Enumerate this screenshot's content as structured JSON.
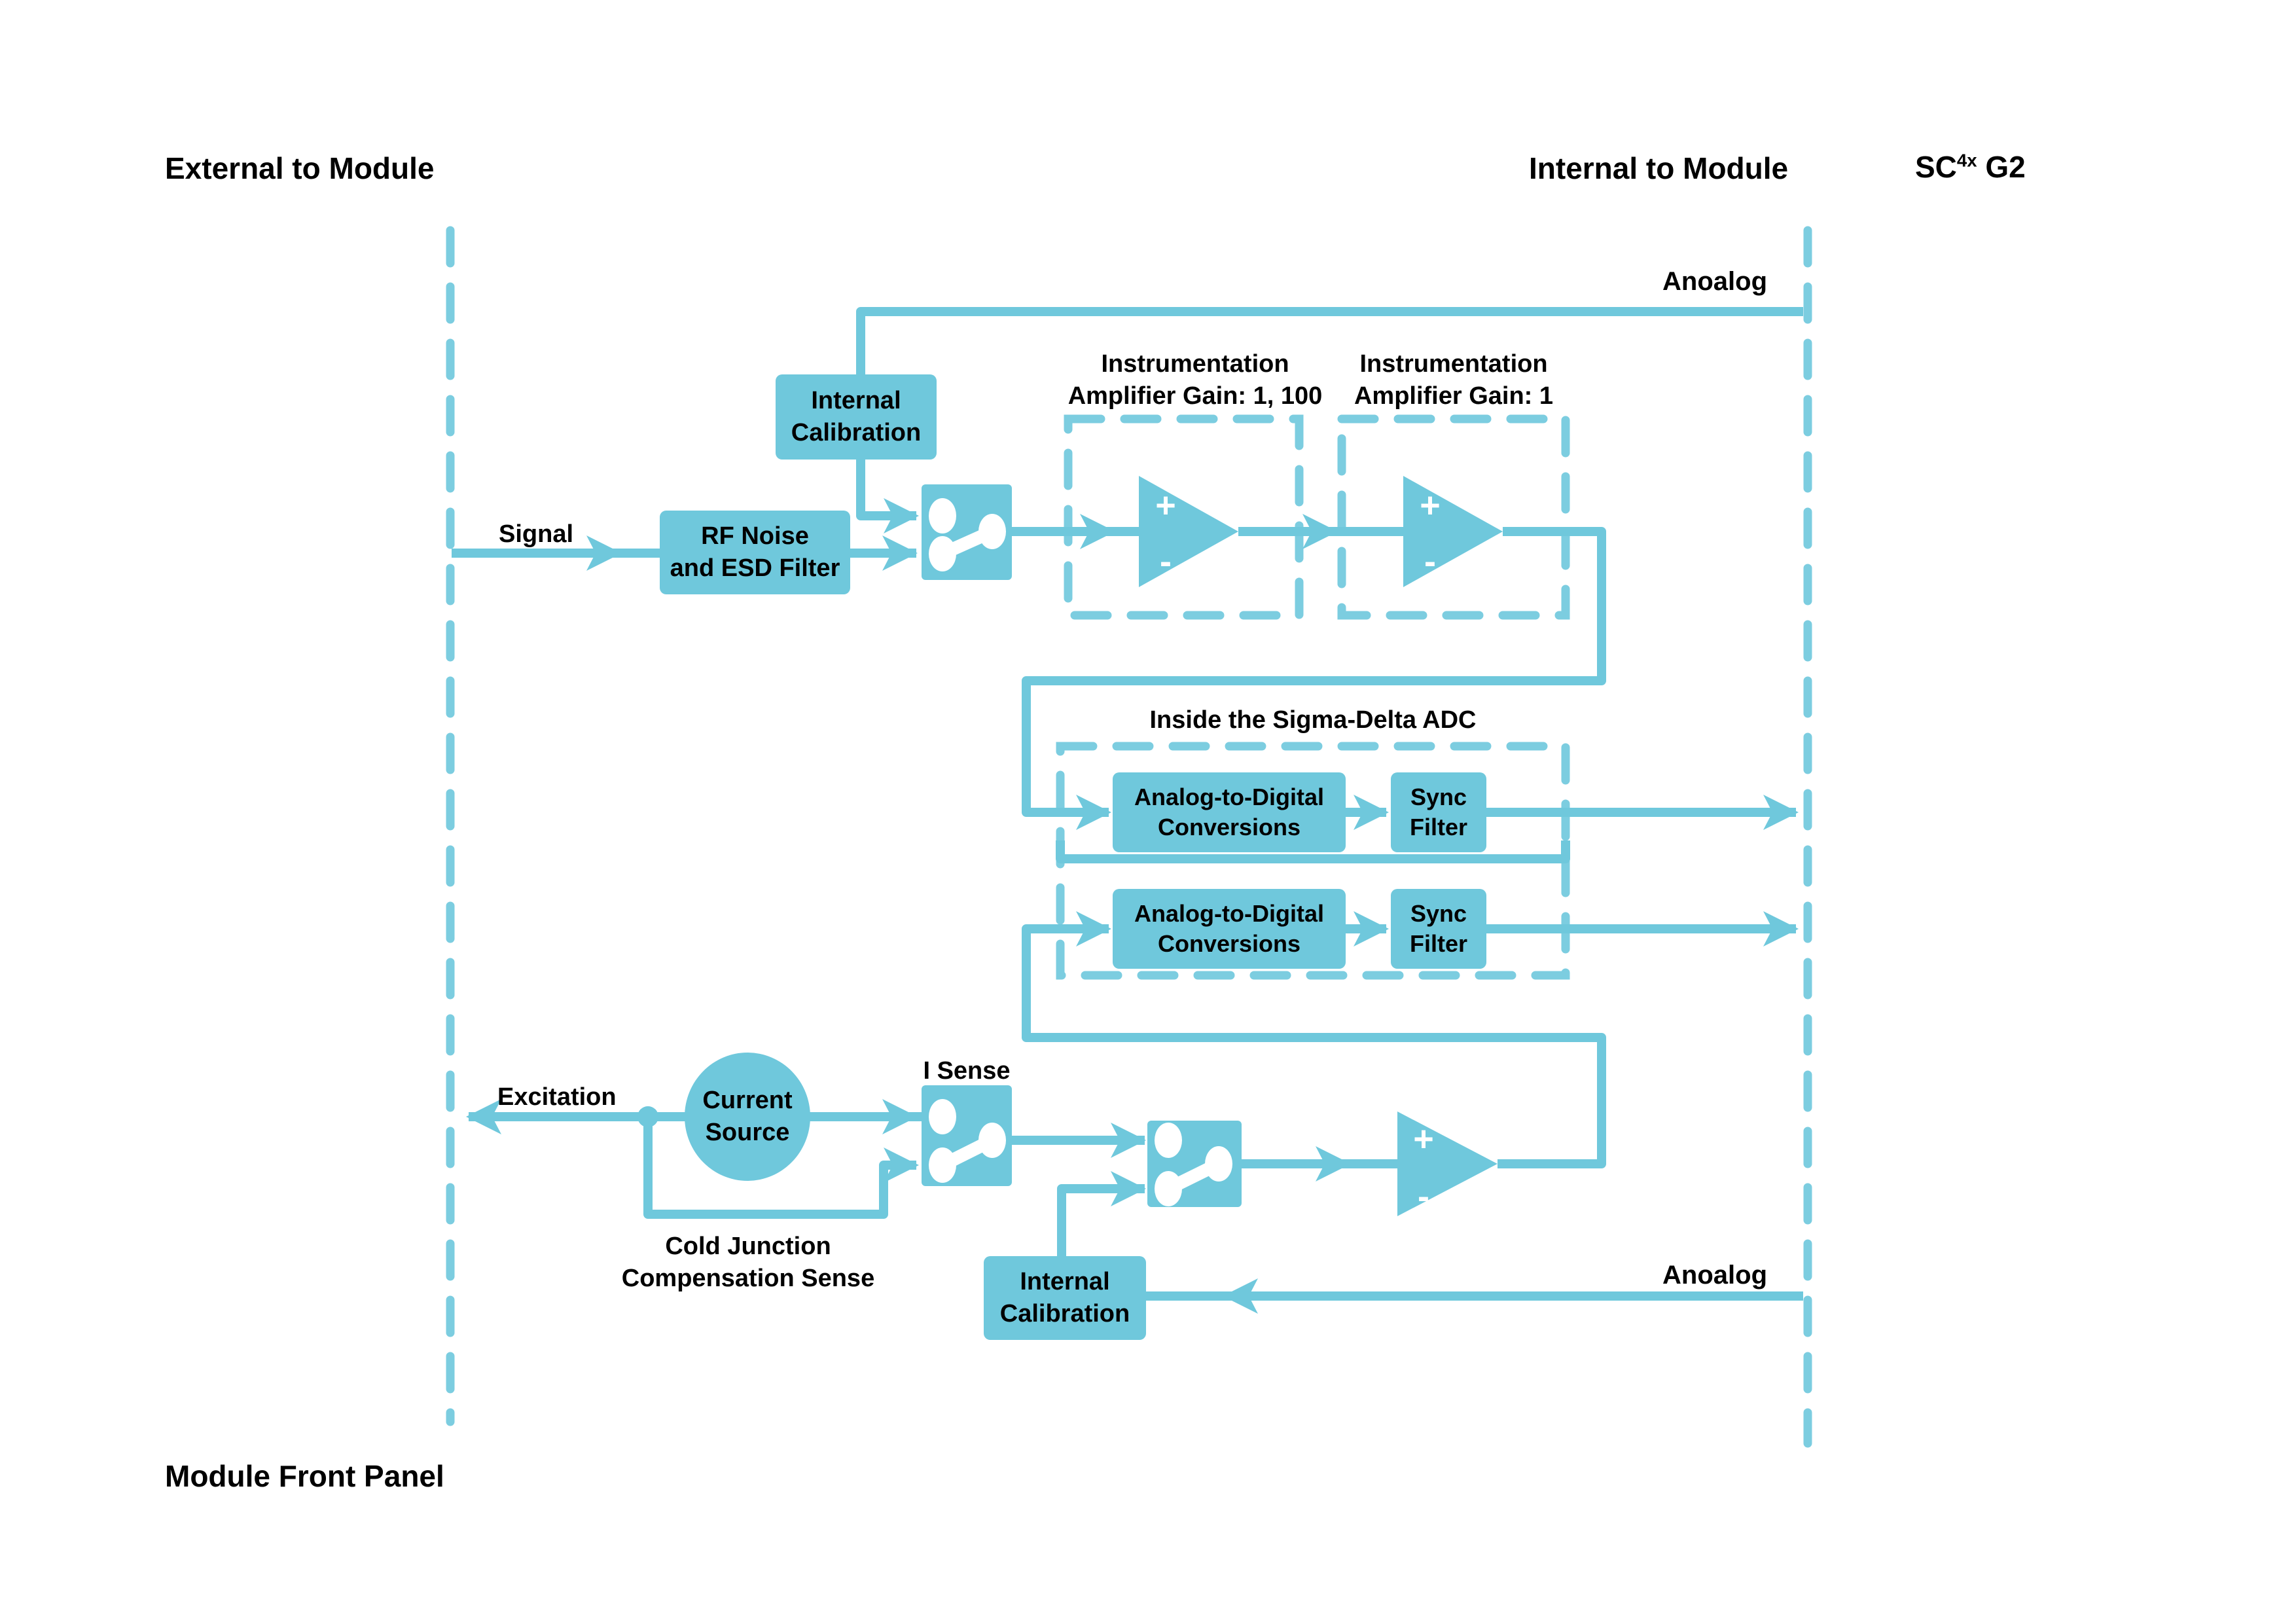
{
  "colors": {
    "accent": "#6fc8dc",
    "dashed": "#7ccde0",
    "ink": "#000000"
  },
  "header": {
    "external": "External to Module",
    "internal": "Internal to Module",
    "brand": {
      "prefix": "SC",
      "sup": "4x",
      "suffix": " G2"
    }
  },
  "footer": {
    "module_front_panel": "Module Front Panel"
  },
  "labels": {
    "analog_top": "Anoalog",
    "analog_bottom": "Anoalog",
    "signal": "Signal",
    "excitation": "Excitation",
    "i_sense": "I Sense",
    "cold_junction_line1": "Cold Junction",
    "cold_junction_line2": "Compensation Sense",
    "sigma_delta_title": "Inside the Sigma-Delta ADC",
    "inamp1_line1": "Instrumentation",
    "inamp1_line2": "Amplifier Gain: 1, 100",
    "inamp2_line1": "Instrumentation",
    "inamp2_line2": "Amplifier Gain: 1",
    "plus": "+",
    "minus": "-"
  },
  "blocks": {
    "internal_calibration_top": {
      "line1": "Internal",
      "line2": "Calibration"
    },
    "rf_filter": {
      "line1": "RF Noise",
      "line2": "and ESD Filter"
    },
    "adc1": {
      "line1": "Analog-to-Digital",
      "line2": "Conversions"
    },
    "sync1": {
      "line1": "Sync",
      "line2": "Filter"
    },
    "adc2": {
      "line1": "Analog-to-Digital",
      "line2": "Conversions"
    },
    "sync2": {
      "line1": "Sync",
      "line2": "Filter"
    },
    "current_source": {
      "line1": "Current",
      "line2": "Source"
    },
    "internal_calibration_bottom": {
      "line1": "Internal",
      "line2": "Calibration"
    }
  }
}
